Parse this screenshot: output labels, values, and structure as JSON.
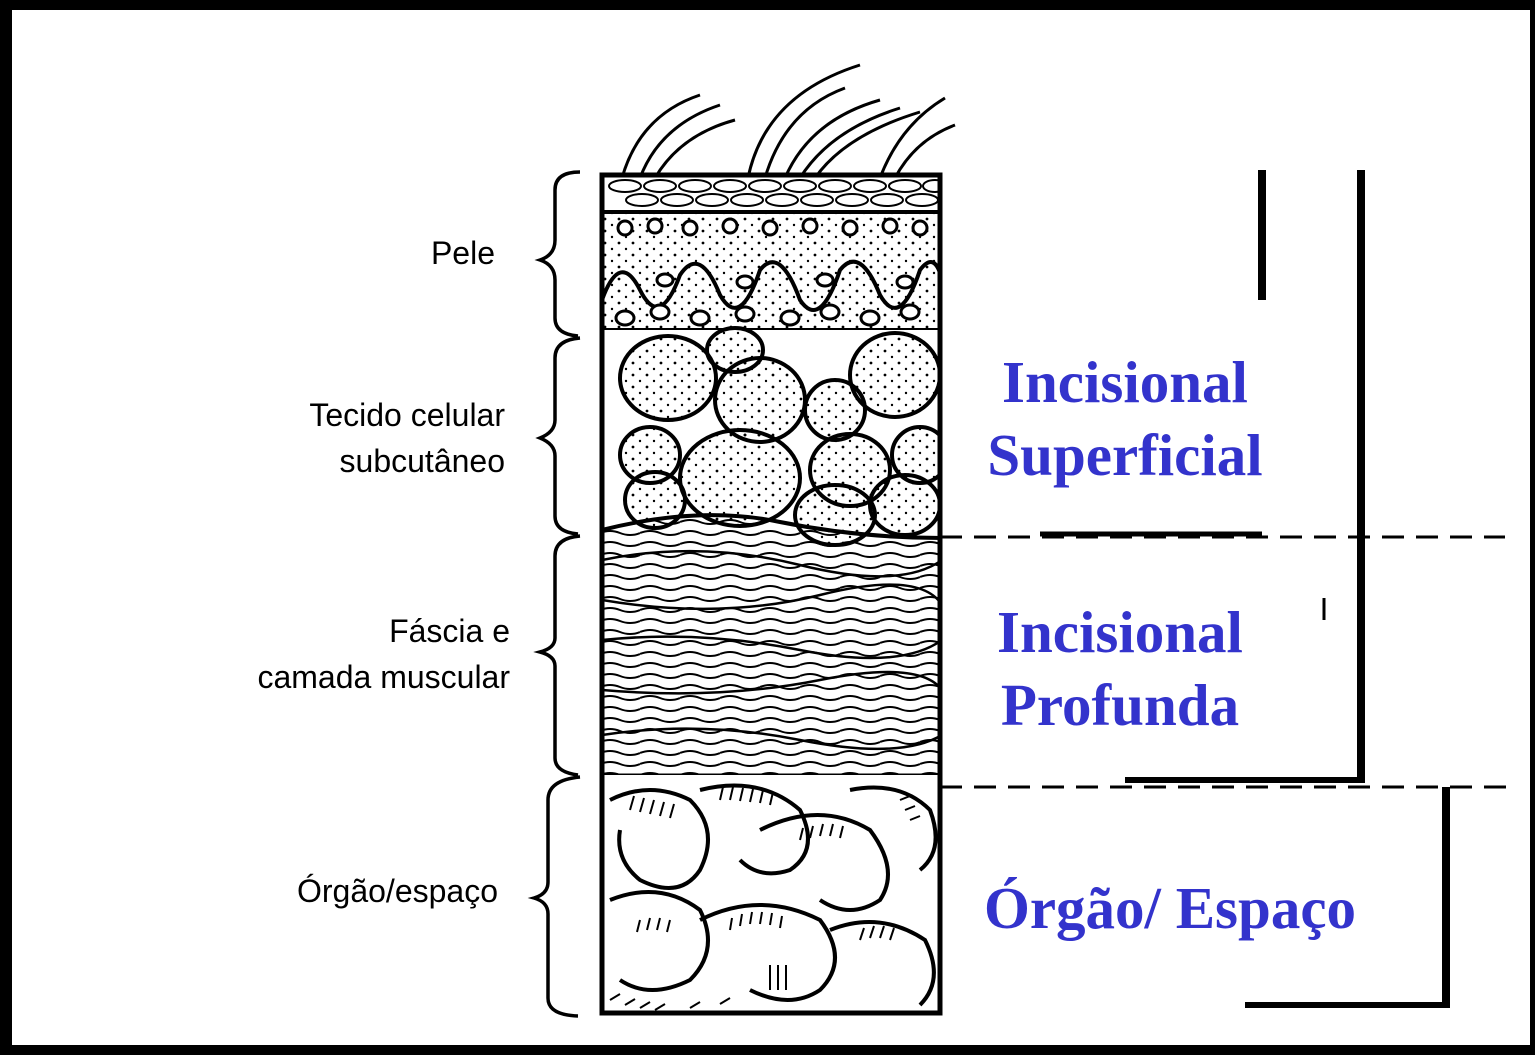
{
  "layers": [
    {
      "id": "pele",
      "label": "Pele"
    },
    {
      "id": "subcutaneo",
      "label": "Tecido celular\nsubcutâneo"
    },
    {
      "id": "fascia",
      "label": "Fáscia e\ncamada muscular"
    },
    {
      "id": "orgao",
      "label": "Órgão/espaço"
    }
  ],
  "classifications": [
    {
      "id": "superficial",
      "label": "Incisional\nSuperficial"
    },
    {
      "id": "profunda",
      "label": "Incisional\nProfunda"
    },
    {
      "id": "orgao-espaco",
      "label": "Órgão/ Espaço"
    }
  ],
  "colors": {
    "classification_text": "#3333cc",
    "line": "#000000",
    "background": "#ffffff",
    "border": "#000000"
  }
}
